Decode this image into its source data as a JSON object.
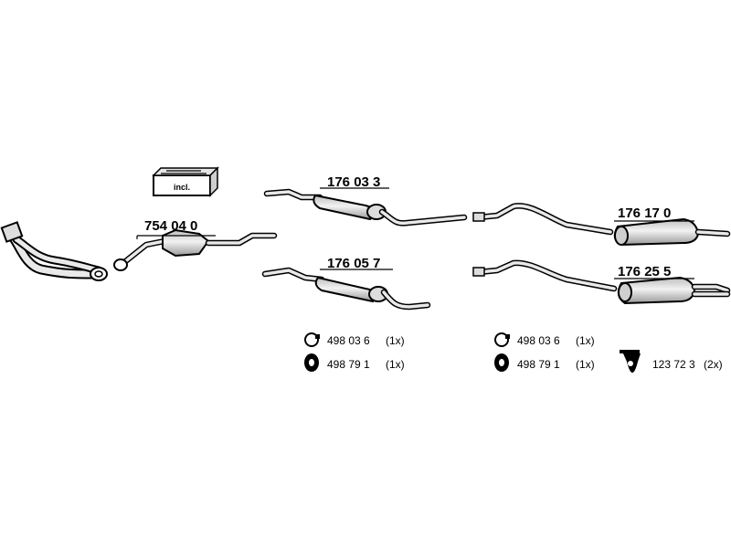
{
  "parts": {
    "p754040": "754 04 0",
    "p176033": "176 03 3",
    "p176057": "176 05 7",
    "p176170": "176 17 0",
    "p176255": "176 25 5"
  },
  "kit_label": "incl.",
  "accessories_left": [
    {
      "code": "498 03 6",
      "qty": "(1x)",
      "icon": "ring-clamp-icon"
    },
    {
      "code": "498 79 1",
      "qty": "(1x)",
      "icon": "rubber-mount-icon"
    }
  ],
  "accessories_right": [
    {
      "code": "498 03 6",
      "qty": "(1x)",
      "icon": "ring-clamp-icon"
    },
    {
      "code": "498 79 1",
      "qty": "(1x)",
      "icon": "rubber-mount-icon"
    },
    {
      "code": "123 72 3",
      "qty": "(2x)",
      "icon": "hanger-bracket-icon"
    }
  ]
}
